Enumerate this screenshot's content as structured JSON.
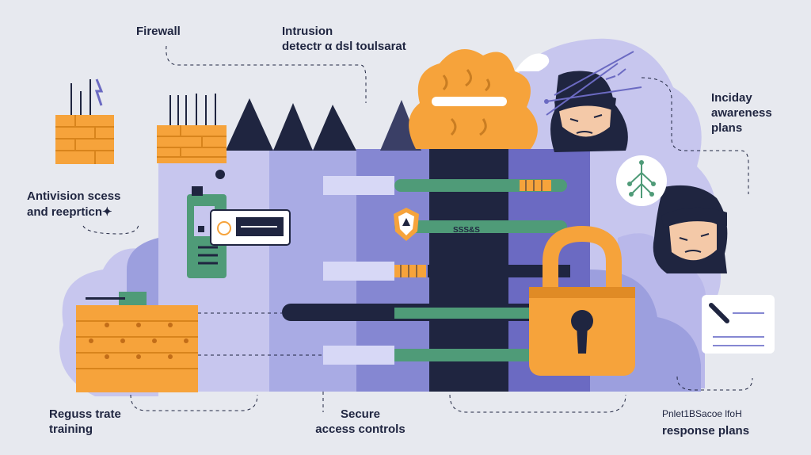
{
  "labels": {
    "firewall": "Firewall",
    "intrusion_line1": "Intrusion",
    "intrusion_line2": "detectr α dsl toulsarat",
    "antivirus_line1": "Antivision scess",
    "antivirus_line2": "and reeprticn✦",
    "incident_line1": "Inciday",
    "incident_line2": "awareness",
    "incident_line3": "plans",
    "training_line1": "Reguss trate",
    "training_line2": "training",
    "secure_line1": "Secure",
    "secure_line2": "access controls",
    "response_line1": "Pnlet1BSacoe lfoH",
    "response_line2": "response plans",
    "panel_text": "SSS&S"
  },
  "colors": {
    "background": "#e7e9ef",
    "lavender": "#c7c6ee",
    "periwinkle": "#9c9fde",
    "indigo": "#6b6ac2",
    "navy": "#1f2540",
    "green": "#4f9b78",
    "orange": "#f6a33b",
    "white": "#ffffff"
  },
  "icons": [
    "firewall-brick-icon",
    "mountain-spike-icon",
    "padlock-icon",
    "hacker-icon",
    "shield-badge-icon",
    "network-node-icon",
    "document-pen-icon",
    "device-icon"
  ]
}
